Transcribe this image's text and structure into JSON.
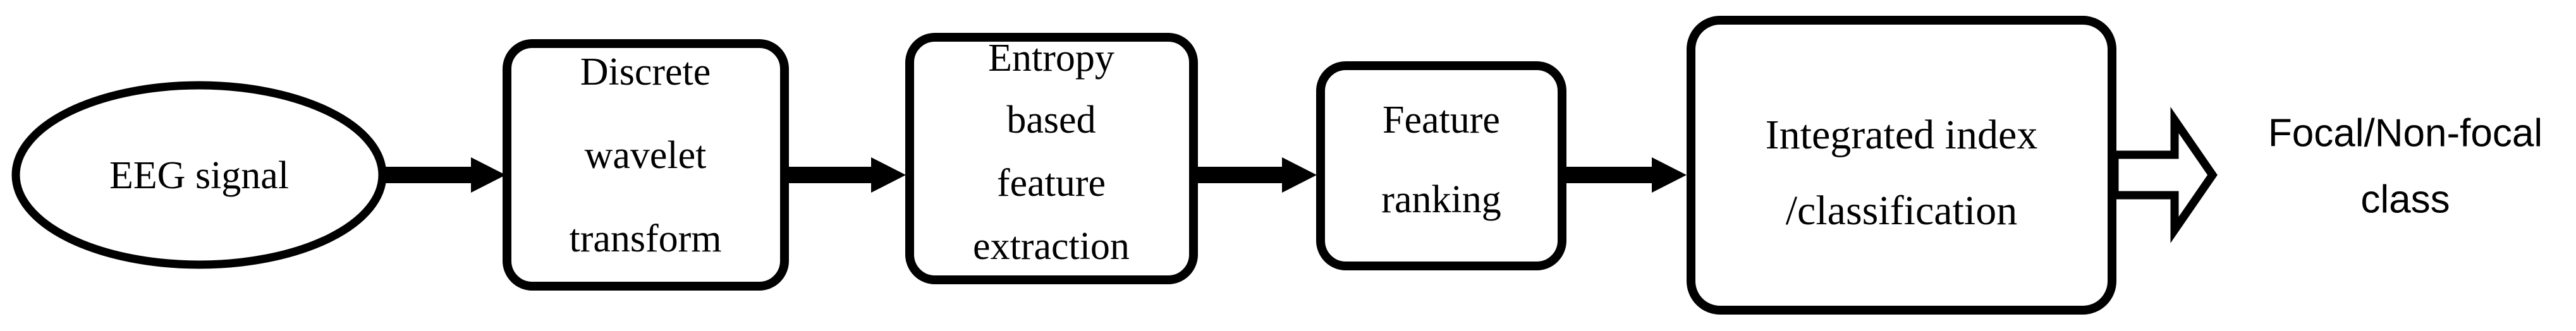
{
  "diagram": {
    "type": "flowchart",
    "orientation": "left-to-right",
    "background_color": "#ffffff",
    "stroke_color": "#000000",
    "title": "",
    "nodes": [
      {
        "id": "eeg-signal",
        "shape": "ellipse",
        "label": "EEG signal",
        "lines": [
          "EEG signal"
        ]
      },
      {
        "id": "discrete-wavelet-transform",
        "shape": "rounded-rect",
        "label": "Discrete wavelet transform",
        "lines": [
          "Discrete",
          "wavelet",
          "transform"
        ]
      },
      {
        "id": "entropy-based-feature-extraction",
        "shape": "rounded-rect",
        "label": "Entropy based feature extraction",
        "lines": [
          "Entropy",
          "based",
          "feature",
          "extraction"
        ]
      },
      {
        "id": "feature-ranking",
        "shape": "rounded-rect",
        "label": "Feature ranking",
        "lines": [
          "Feature",
          "ranking"
        ]
      },
      {
        "id": "integrated-index-classification",
        "shape": "rounded-rect",
        "label": "Integrated index /classification",
        "lines": [
          "Integrated index",
          "/classification"
        ]
      },
      {
        "id": "focal-nonfocal-class",
        "shape": "text",
        "label": "Focal/Non-focal class",
        "lines": [
          "Focal/Non-focal",
          "class"
        ]
      }
    ],
    "connectors": [
      {
        "id": "arrow-1",
        "style": "solid",
        "from": "eeg-signal",
        "to": "discrete-wavelet-transform"
      },
      {
        "id": "arrow-2",
        "style": "solid",
        "from": "discrete-wavelet-transform",
        "to": "entropy-based-feature-extraction"
      },
      {
        "id": "arrow-3",
        "style": "solid",
        "from": "entropy-based-feature-extraction",
        "to": "feature-ranking"
      },
      {
        "id": "arrow-4",
        "style": "solid",
        "from": "feature-ranking",
        "to": "integrated-index-classification"
      },
      {
        "id": "arrow-5",
        "style": "hollow-block",
        "from": "integrated-index-classification",
        "to": "focal-nonfocal-class"
      }
    ]
  }
}
